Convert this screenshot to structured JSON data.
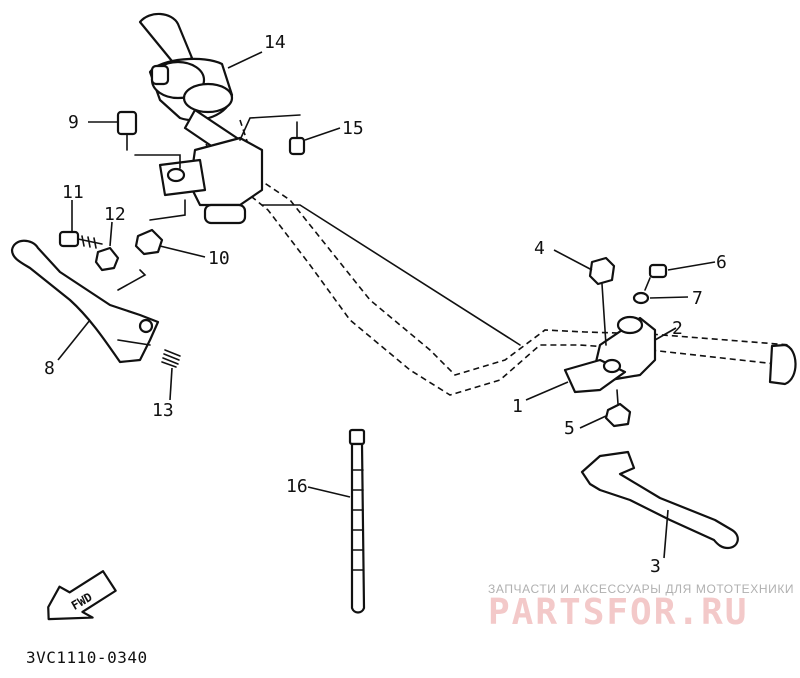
{
  "diagram": {
    "callouts": [
      "1",
      "2",
      "3",
      "4",
      "5",
      "6",
      "7",
      "8",
      "9",
      "10",
      "11",
      "12",
      "13",
      "14",
      "15",
      "16"
    ],
    "fwd_label": "FWD",
    "catalog_code": "3VC1110-0340"
  },
  "watermark": {
    "tagline": "ЗАПЧАСТИ И АКСЕССУАРЫ ДЛЯ МОТОТЕХНИКИ",
    "brand": "PARTSFOR.RU",
    "color": "#e8a0a0"
  }
}
